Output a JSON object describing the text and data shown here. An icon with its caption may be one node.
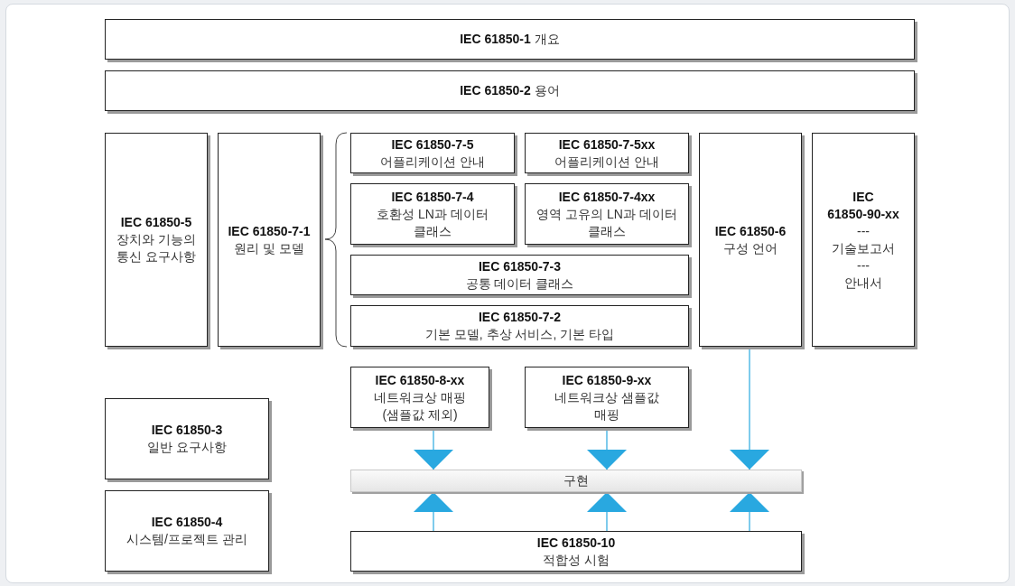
{
  "diagram": {
    "nodes": [
      {
        "text": [
          "IEC 61850-1",
          "개요"
        ]
      },
      {
        "text": [
          "IEC 61850-2",
          "용어"
        ]
      },
      {
        "text": [
          "IEC 61850-5",
          "장치와 기능의 통신 요구사항"
        ]
      },
      {
        "text": [
          "IEC 61850-7-1",
          "원리 및 모델"
        ]
      },
      {
        "text": [
          "IEC 61850-7-5",
          "어플리케이션 안내"
        ]
      },
      {
        "text": [
          "IEC 61850-7-5xx",
          "어플리케이션 안내"
        ]
      },
      {
        "text": [
          "IEC 61850-7-4",
          "호환성 LN과 데이터 클래스"
        ]
      },
      {
        "text": [
          "IEC 61850-7-4xx",
          "영역 고유의 LN과 데이터 클래스"
        ]
      },
      {
        "text": [
          "IEC 61850-7-3",
          "공통 데이터 클래스"
        ]
      },
      {
        "text": [
          "IEC 61850-7-2",
          "기본 모델, 추상 서비스, 기본 타입"
        ]
      },
      {
        "text": [
          "IEC 61850-6",
          "구성 언어"
        ]
      },
      {
        "text": [
          "IEC 61850-90-xx",
          "---",
          "기술보고서",
          "---",
          "안내서"
        ]
      },
      {
        "text": [
          "IEC 61850-8-xx",
          "네트워크상 매핑 (샘플값 제외)"
        ]
      },
      {
        "text": [
          "IEC 61850-9-xx",
          "네트워크상 샘플값 매핑"
        ]
      },
      {
        "text": [
          "IEC 61850-3",
          "일반 요구사항"
        ]
      },
      {
        "text": [
          "IEC 61850-4",
          "시스템/프로젝트 관리"
        ]
      },
      {
        "text": [
          "구현"
        ]
      },
      {
        "text": [
          "IEC 61850-10",
          "적합성 시험"
        ]
      }
    ],
    "edges": [
      {
        "from": 12,
        "to": 16,
        "arrow": "to"
      },
      {
        "from": 13,
        "to": 16,
        "arrow": "to"
      },
      {
        "from": 10,
        "to": 16,
        "arrow": "to"
      },
      {
        "from": 17,
        "to": 16,
        "arrow": "to"
      },
      {
        "from": 17,
        "to": 16,
        "arrow": "to"
      },
      {
        "from": 17,
        "to": 16,
        "arrow": "to"
      }
    ]
  }
}
